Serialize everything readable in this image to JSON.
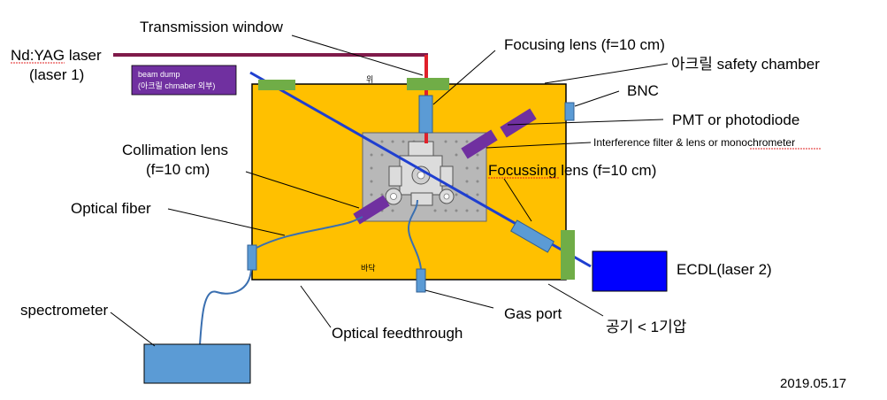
{
  "labels": {
    "nd_yag": "Nd:YAG laser",
    "laser1": "(laser 1)",
    "transmission_window": "Transmission window",
    "focusing_lens_top": "Focusing lens (f=10 cm)",
    "safety_chamber": "아크릴 safety chamber",
    "bnc": "BNC",
    "pmt": "PMT or photodiode",
    "interference": "Interference filter & lens or monochrometer",
    "focussing_lens_right": "Focussing lens (f=10 cm)",
    "collimation_lens_1": "Collimation lens",
    "collimation_lens_2": "(f=10 cm)",
    "optical_fiber": "Optical fiber",
    "ecdl": "ECDL(laser 2)",
    "spectrometer": "spectrometer",
    "gas_port": "Gas port",
    "optical_feedthrough": "Optical feedthrough",
    "air_pressure": "공기 < 1기압",
    "top_marker": "위",
    "bottom_marker": "바닥",
    "beam_dump_1": "beam dump",
    "beam_dump_2": "(아크릴 chmaber 외부)",
    "date": "2019.05.17"
  },
  "colors": {
    "chamber": "#ffc000",
    "window_green": "#70ad47",
    "lens_blue": "#5b9bd5",
    "filter_purple": "#7030a0",
    "ecdl_blue": "#0000ff",
    "beam_blue": "#1f3fd0",
    "beam_red": "#e0202a",
    "beam_dump_purple": "#7030a0",
    "spectrometer_blue": "#5b9bd5"
  }
}
